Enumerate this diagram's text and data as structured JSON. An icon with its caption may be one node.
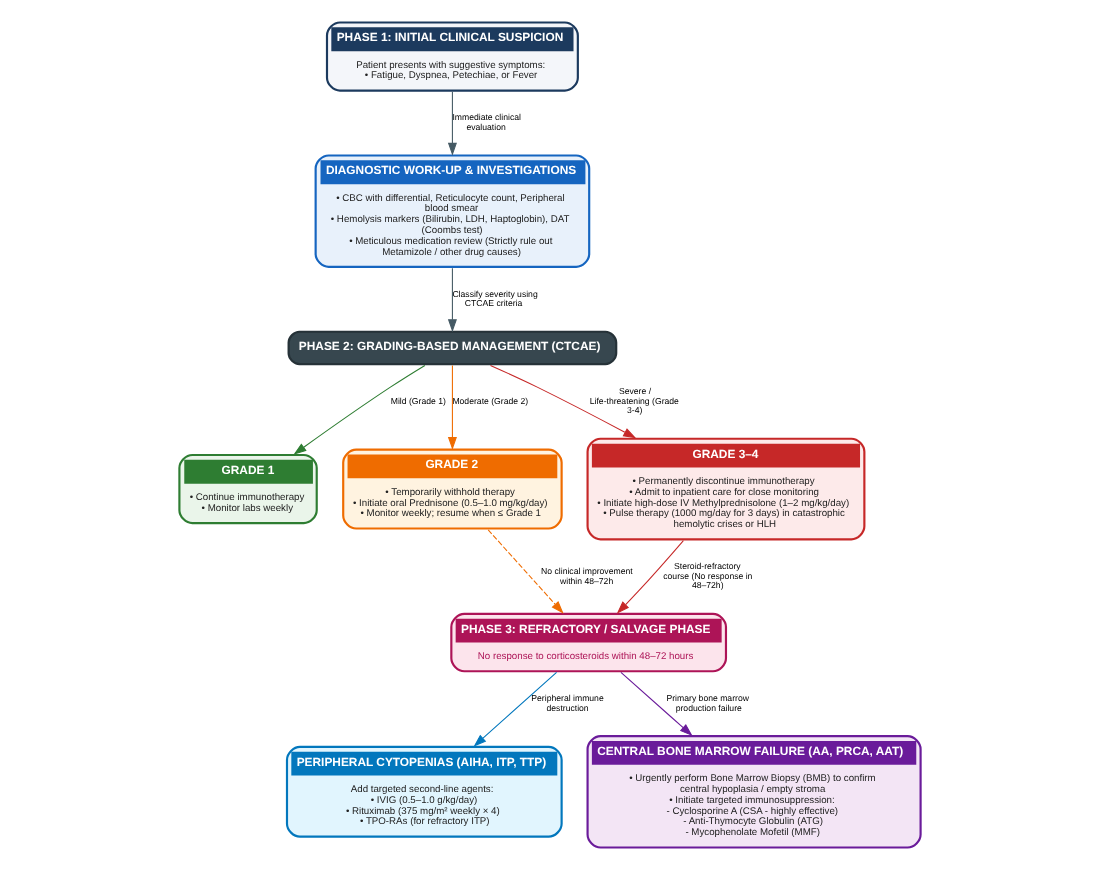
{
  "diagram": {
    "nodes": [
      {
        "text": [
          "PHASE 1: INITIAL CLINICAL SUSPICION",
          "Patient presents with suggestive symptoms:",
          "• Fatigue, Dyspnea, Petechiae, or Fever"
        ]
      },
      {
        "text": [
          "DIAGNOSTIC WORK-UP & INVESTIGATIONS",
          "• CBC with differential, Reticulocyte count, Peripheral blood smear",
          "• Hemolysis markers (Bilirubin, LDH, Haptoglobin), DAT (Coombs test)",
          "• Meticulous medication review (Strictly rule out Metamizole / other drug causes)"
        ]
      },
      {
        "text": [
          "PHASE 2: GRADING-BASED MANAGEMENT (CTCAE)"
        ]
      },
      {
        "text": [
          "GRADE 1",
          "• Continue immunotherapy",
          "• Monitor labs weekly"
        ]
      },
      {
        "text": [
          "GRADE 2",
          "• Temporarily withhold therapy",
          "• Initiate oral Prednisone (0.5–1.0 mg/kg/day)",
          "• Monitor weekly; resume when ≤ Grade 1"
        ]
      },
      {
        "text": [
          "GRADE 3–4",
          "• Permanently discontinue immunotherapy",
          "• Admit to inpatient care for close monitoring",
          "• Initiate high-dose IV Methylprednisolone (1–2 mg/kg/day)",
          "• Pulse therapy (1000 mg/day for 3 days) in catastrophic hemolytic crises or HLH"
        ]
      },
      {
        "text": [
          "PHASE 3: REFRACTORY / SALVAGE PHASE",
          "No response to corticosteroids within 48–72 hours"
        ]
      },
      {
        "text": [
          "PERIPHERAL CYTOPENIAS (AIHA, ITP, TTP)",
          "Add targeted second-line agents:",
          "• IVIG (0.5–1.0 g/kg/day)",
          "• Rituximab (375 mg/m² weekly × 4)",
          "• TPO-RAs (for refractory ITP)"
        ]
      },
      {
        "text": [
          "CENTRAL BONE MARROW FAILURE (AA, PRCA, AAT)",
          "• Urgently perform Bone Marrow Biopsy (BMB) to confirm central hypoplasia / empty stroma",
          "• Initiate targeted immunosuppression:",
          "- Cyclosporine A (CSA - highly effective)",
          "- Anti-Thymocyte Globulin (ATG)",
          "- Mycophenolate Mofetil (MMF)"
        ]
      }
    ],
    "edges": [
      {
        "from": 0,
        "to": 1,
        "arrow": "to",
        "label": "Immediate clinical evaluation"
      },
      {
        "from": 1,
        "to": 2,
        "arrow": "to",
        "label": "Classify severity using CTCAE criteria"
      },
      {
        "from": 2,
        "to": 3,
        "arrow": "to",
        "label": "Mild (Grade 1)",
        "color": "#2e7d32"
      },
      {
        "from": 2,
        "to": 4,
        "arrow": "to",
        "label": "Moderate (Grade 2)",
        "color": "#ef6c00"
      },
      {
        "from": 2,
        "to": 5,
        "arrow": "to",
        "label": "Severe / Life-threatening (Grade 3-4)",
        "color": "#c62828"
      },
      {
        "from": 4,
        "to": 6,
        "arrow": "to",
        "label": "No clinical improvement within 48–72h",
        "style": "dashed",
        "color": "#ef6c00"
      },
      {
        "from": 5,
        "to": 6,
        "arrow": "to",
        "label": "Steroid-refractory course (No response in 48–72h)",
        "color": "#c62828"
      },
      {
        "from": 6,
        "to": 7,
        "arrow": "to",
        "label": "Peripheral immune destruction",
        "color": "#0277bd"
      },
      {
        "from": 6,
        "to": 8,
        "arrow": "to",
        "label": "Primary bone marrow production failure",
        "color": "#6a1b9a"
      }
    ]
  }
}
